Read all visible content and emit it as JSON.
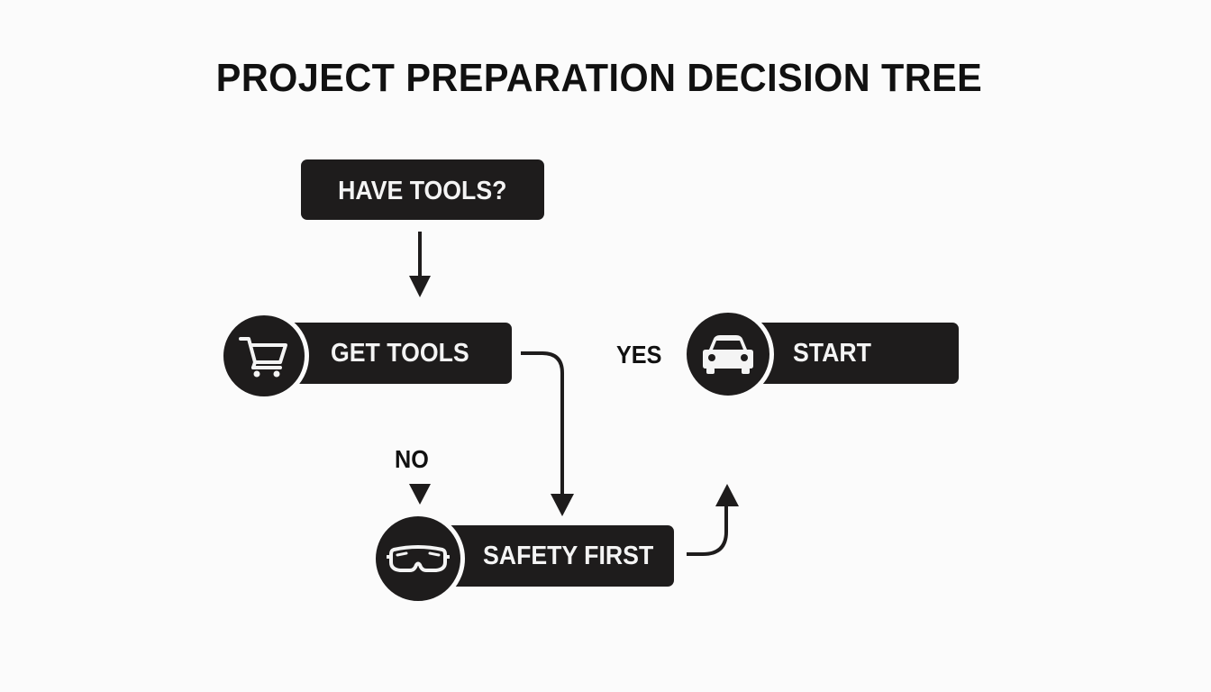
{
  "title": "PROJECT PREPARATION DECISION TREE",
  "nodes": {
    "have_tools": {
      "label": "HAVE TOOLS?"
    },
    "get_tools": {
      "label": "GET TOOLS",
      "icon": "shopping-cart-icon"
    },
    "start": {
      "label": "START",
      "icon": "car-icon"
    },
    "safety_first": {
      "label": "SAFETY FIRST",
      "icon": "safety-goggles-icon"
    }
  },
  "edge_labels": {
    "yes": "YES",
    "no": "NO"
  },
  "colors": {
    "node_fill": "#1e1c1c",
    "node_text": "#f4f4f4",
    "background": "#fbfbfb",
    "line": "#1e1c1c"
  }
}
